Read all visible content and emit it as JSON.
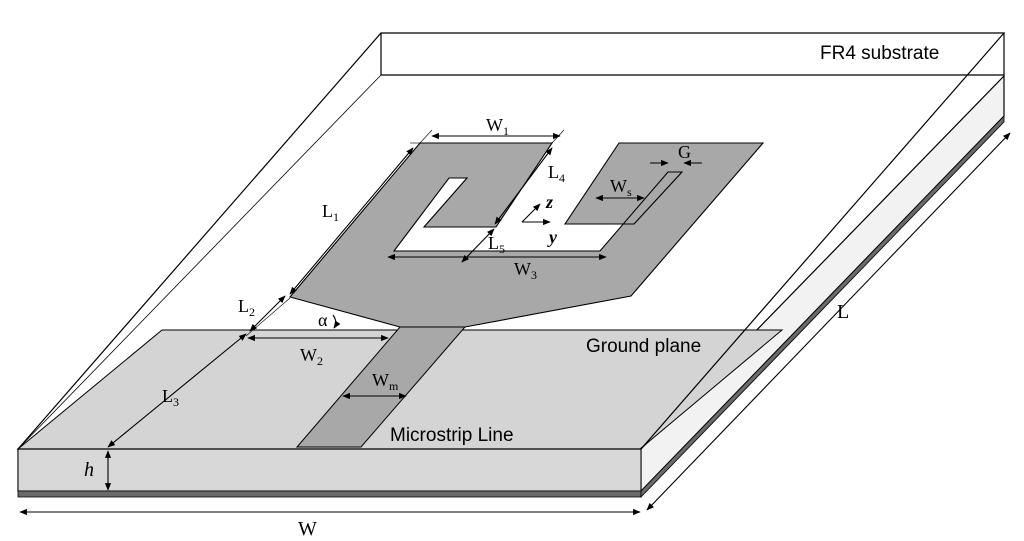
{
  "labels": {
    "substrate": "FR4 substrate",
    "ground_plane": "Ground plane",
    "microstrip_line": "Microstrip Line",
    "W": "W",
    "L": "L",
    "h": "h",
    "W1": {
      "base": "W",
      "sub": "1"
    },
    "W2": {
      "base": "W",
      "sub": "2"
    },
    "W3": {
      "base": "W",
      "sub": "3"
    },
    "Wm": {
      "base": "W",
      "sub": "m"
    },
    "Ws": {
      "base": "W",
      "sub": "s"
    },
    "L1": {
      "base": "L",
      "sub": "1"
    },
    "L2": {
      "base": "L",
      "sub": "2"
    },
    "L3": {
      "base": "L",
      "sub": "3"
    },
    "L4": {
      "base": "L",
      "sub": "4"
    },
    "L5": {
      "base": "L",
      "sub": "5"
    },
    "G": "G",
    "alpha": "α",
    "axis_z": "z",
    "axis_y": "y"
  },
  "colors": {
    "patch": "#a8a8a8",
    "ground": "#d4d4d4",
    "substrate_edge": "#ededed",
    "bottom_layer": "#6a6a6a",
    "outline": "#000000"
  }
}
